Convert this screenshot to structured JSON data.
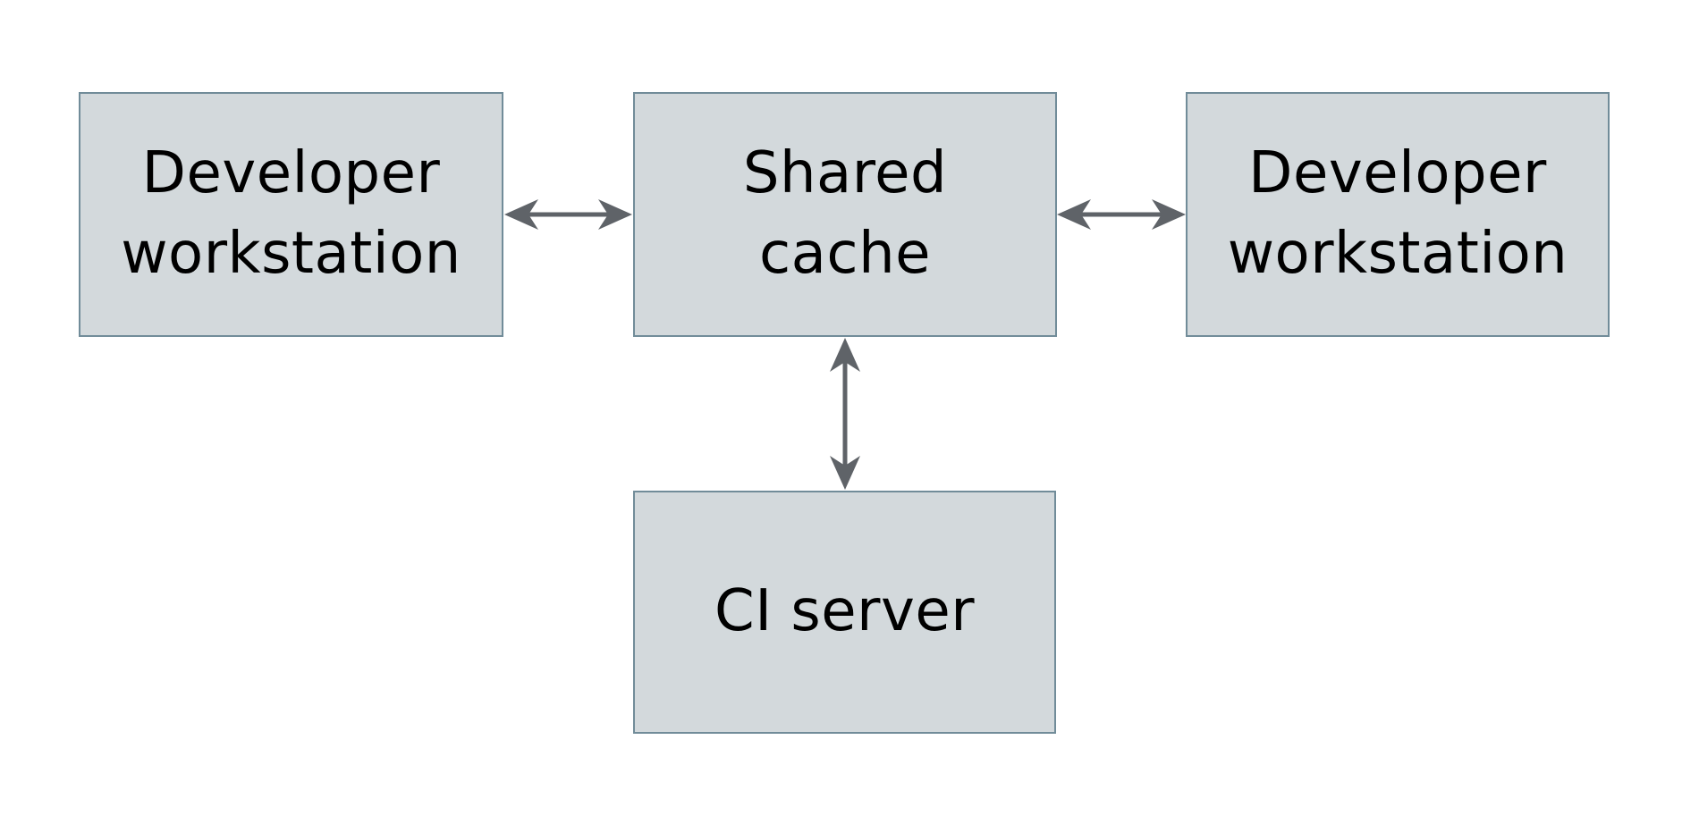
{
  "diagram": {
    "colors": {
      "background": "#ffffff",
      "node-fill": "#d3d9dc",
      "node-border": "#718c99",
      "arrow": "#5f6368",
      "text": "#000000"
    },
    "nodes": [
      {
        "id": "developer-workstation-left",
        "label": "Developer workstation",
        "label_lines": [
          "Developer",
          "workstation"
        ]
      },
      {
        "id": "shared-cache",
        "label": "Shared cache",
        "label_lines": [
          "Shared",
          "cache"
        ]
      },
      {
        "id": "developer-workstation-right",
        "label": "Developer workstation",
        "label_lines": [
          "Developer",
          "workstation"
        ]
      },
      {
        "id": "ci-server",
        "label": "CI server",
        "label_lines": [
          "CI server"
        ]
      }
    ],
    "edges": [
      {
        "from": "developer-workstation-left",
        "to": "shared-cache",
        "direction": "bidirectional"
      },
      {
        "from": "shared-cache",
        "to": "developer-workstation-right",
        "direction": "bidirectional"
      },
      {
        "from": "shared-cache",
        "to": "ci-server",
        "direction": "bidirectional"
      }
    ]
  }
}
